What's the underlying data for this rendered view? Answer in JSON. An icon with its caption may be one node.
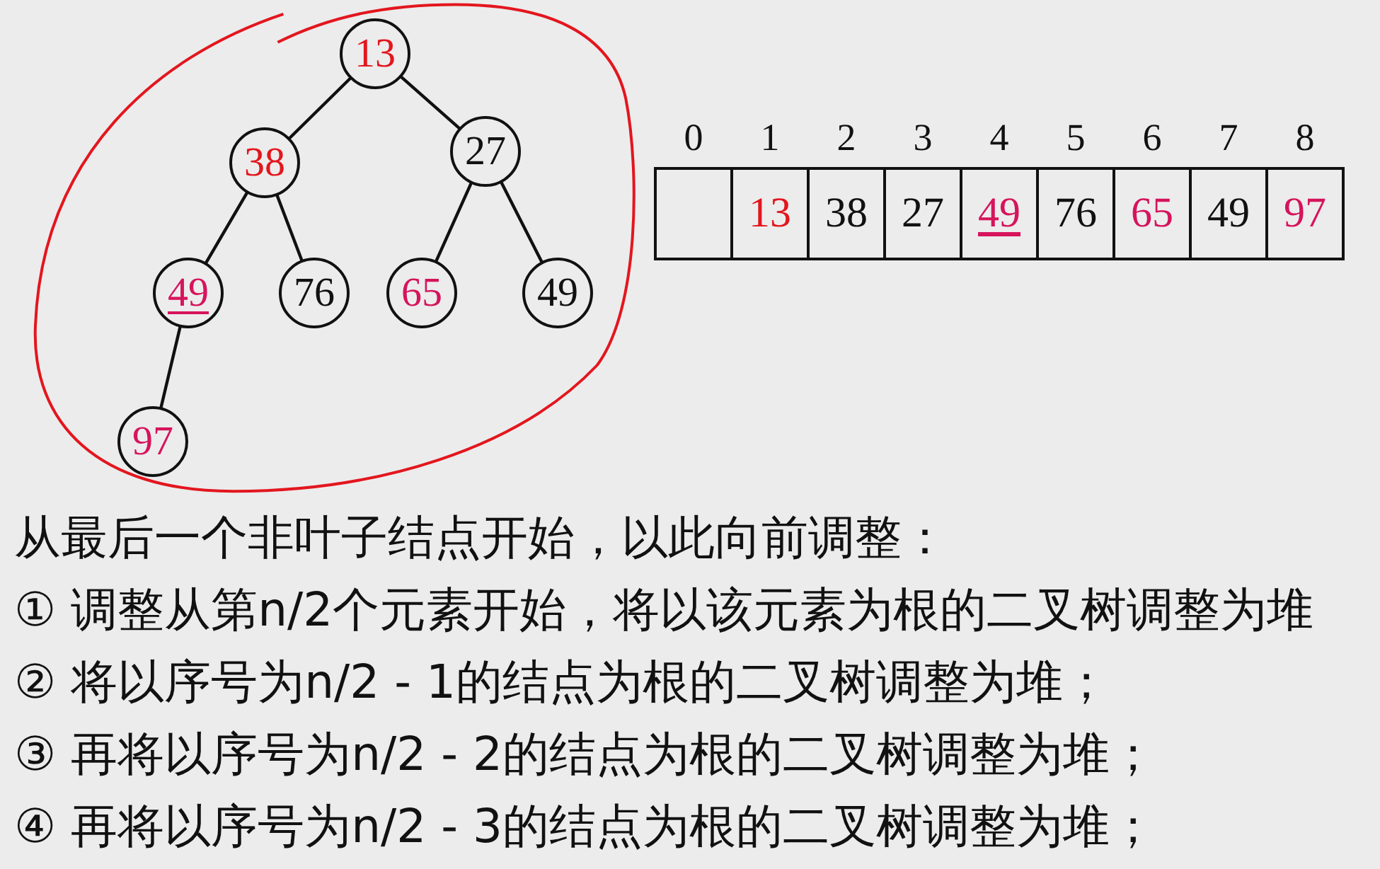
{
  "diagram": {
    "nodes": [
      {
        "text": [],
        "shape": "circle"
      },
      {
        "text": [
          "13"
        ],
        "in": 0
      },
      {
        "text": [
          "38"
        ],
        "in": 0
      },
      {
        "text": [
          "27"
        ],
        "in": 0
      },
      {
        "text": [
          "49"
        ],
        "in": 0
      },
      {
        "text": [
          "76"
        ],
        "in": 0
      },
      {
        "text": [
          "65"
        ],
        "in": 0
      },
      {
        "text": [
          "49"
        ],
        "in": 0
      },
      {
        "text": [
          "97"
        ],
        "in": 0
      }
    ],
    "edges": [
      {
        "from": 1,
        "to": 2,
        "arrow": "none"
      },
      {
        "from": 1,
        "to": 3,
        "arrow": "none"
      },
      {
        "from": 2,
        "to": 4,
        "arrow": "none"
      },
      {
        "from": 2,
        "to": 5,
        "arrow": "none"
      },
      {
        "from": 3,
        "to": 6,
        "arrow": "none"
      },
      {
        "from": 3,
        "to": 7,
        "arrow": "none"
      },
      {
        "from": 4,
        "to": 8,
        "arrow": "none"
      }
    ],
    "labels": [
      "0",
      "1",
      "2",
      "3",
      "4",
      "5",
      "6",
      "7",
      "8",
      "13",
      "38",
      "27",
      "49",
      "76",
      "65",
      "49",
      "97",
      "从最后一个非叶子结点开始，以此向前调整：",
      "① 调整从第n/2个元素开始，将以该元素为根的二叉树调整为堆",
      "② 将以序号为n/2 - 1的结点为根的二叉树调整为堆；",
      "③ 再将以序号为n/2 - 2的结点为根的二叉树调整为堆；",
      "④ 再将以序号为n/2 - 3的结点为根的二叉树调整为堆；"
    ]
  }
}
